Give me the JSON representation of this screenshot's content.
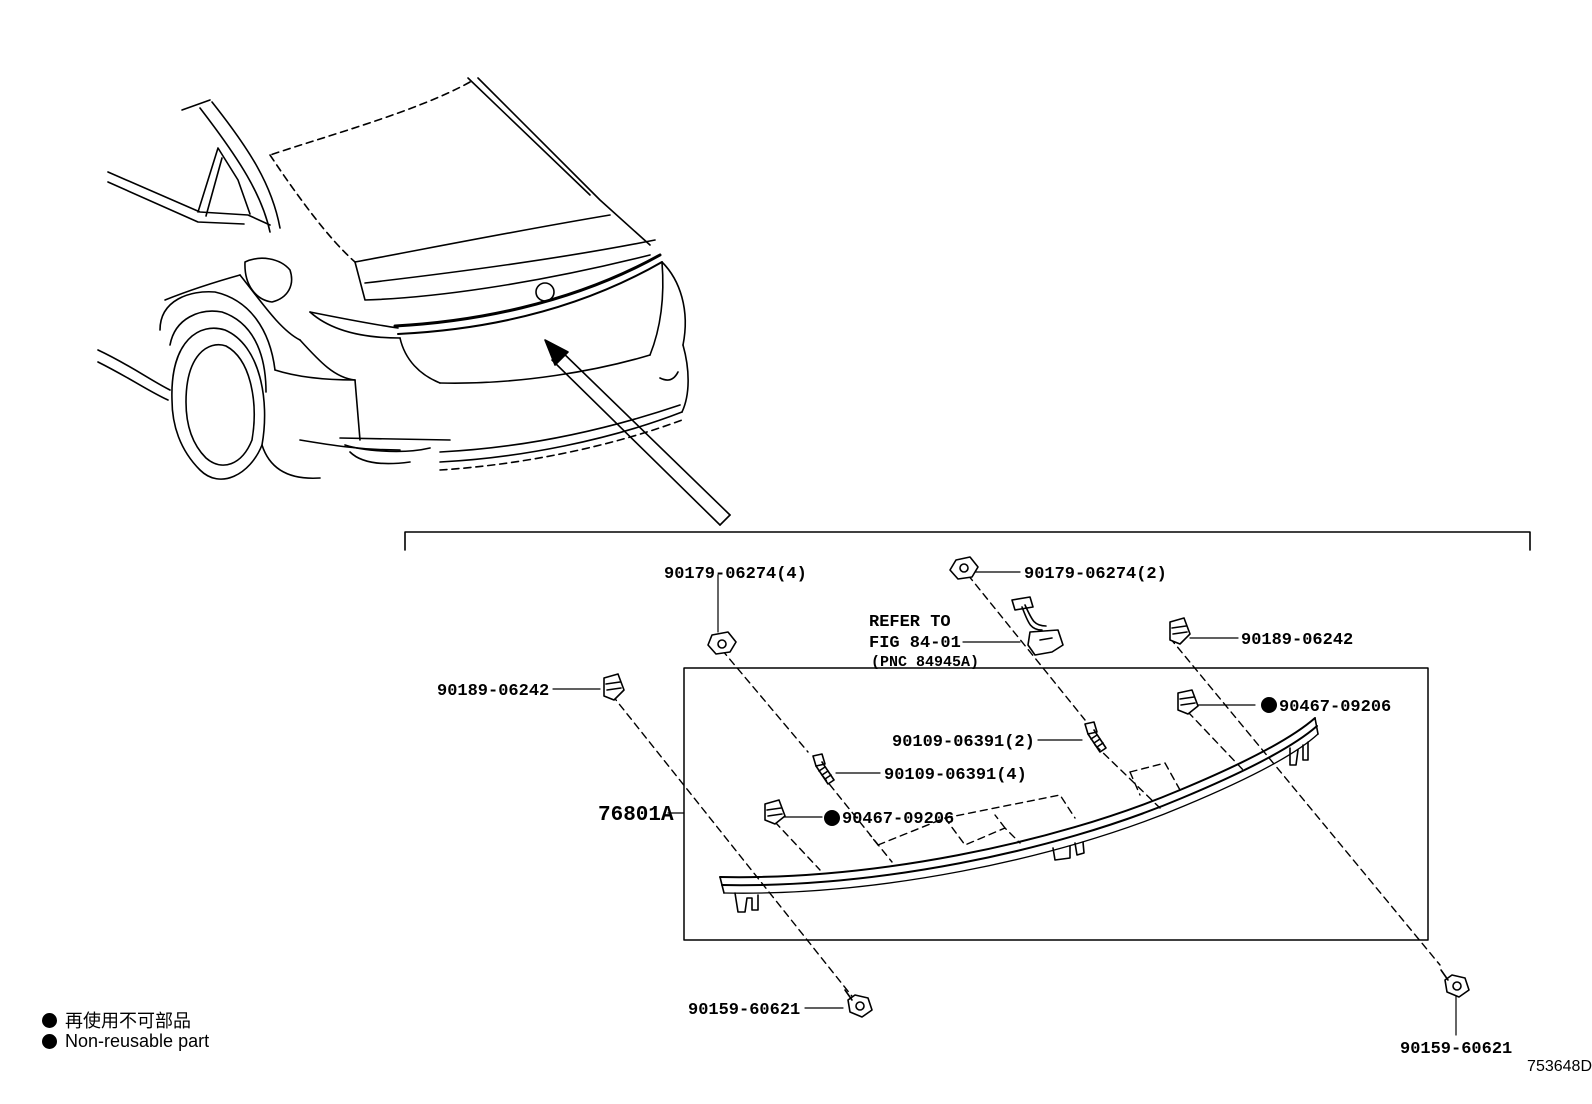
{
  "labels": {
    "p_90179_left": "90179-06274(4)",
    "p_90179_right": "90179-06274(2)",
    "refer_line1": "REFER TO",
    "refer_line2": "FIG 84-01",
    "refer_line3": "(PNC 84945A)",
    "p_90189_right": "90189-06242",
    "p_90189_left": "90189-06242",
    "p_90467_right": "90467-09206",
    "p_90109_right": "90109-06391(2)",
    "p_90109_left": "90109-06391(4)",
    "p_76801a": "76801A",
    "p_90467_left": "90467-09206",
    "p_90159_left": "90159-60621",
    "p_90159_right": "90159-60621"
  },
  "legend": {
    "line1": "再使用不可部品",
    "line2": "Non-reusable part"
  },
  "diagram_id": "753648D"
}
